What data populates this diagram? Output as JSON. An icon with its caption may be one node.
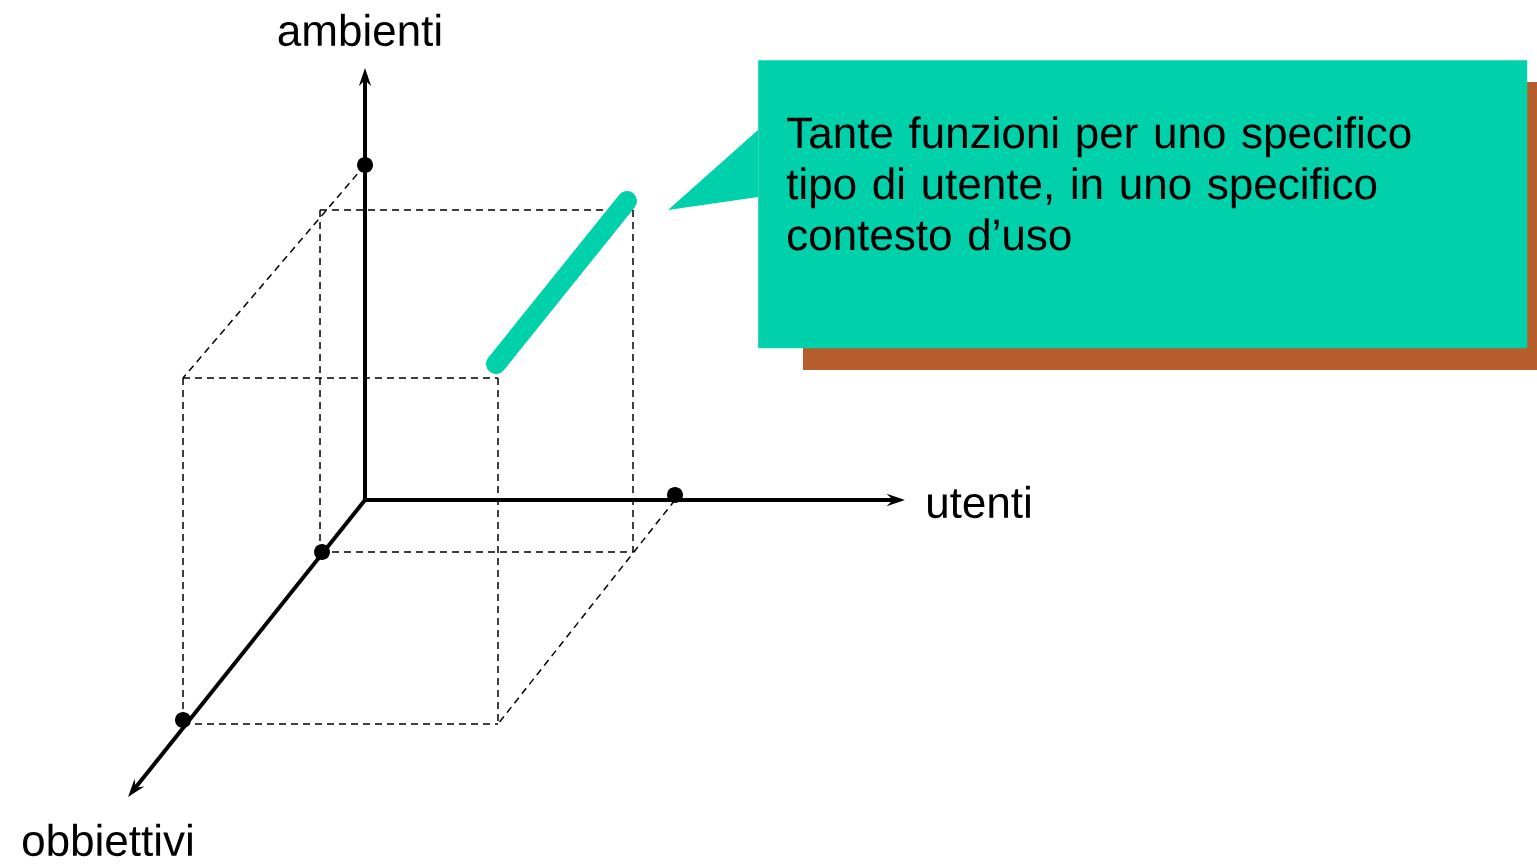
{
  "diagram": {
    "nodes": [
      {
        "text": [
          "Tante funzioni per uno specifico tipo di utente, in uno specifico contesto d’uso"
        ]
      }
    ],
    "labels": [
      "ambienti",
      "utenti",
      "obbiettivi"
    ]
  }
}
